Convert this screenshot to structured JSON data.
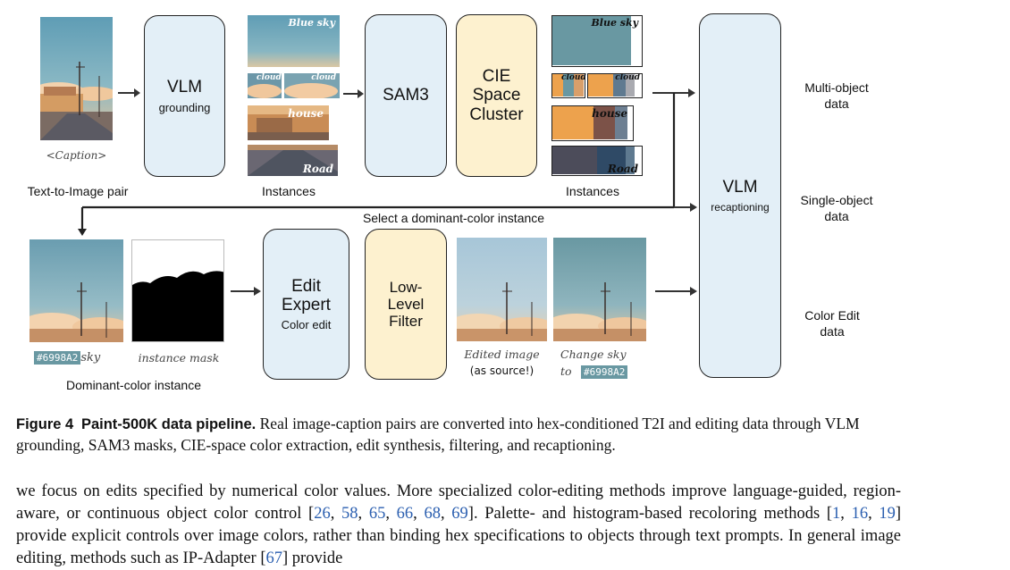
{
  "diagram": {
    "t2i": {
      "caption_tag": "<Caption>",
      "label": "Text-to-Image pair"
    },
    "vlm_grounding": {
      "title": "VLM",
      "sub": "grounding"
    },
    "instances_left": {
      "label": "Instances",
      "tags": [
        "Blue sky",
        "cloud",
        "cloud",
        "house",
        "Road"
      ]
    },
    "sam3": {
      "title": "SAM3"
    },
    "cie": {
      "line1": "CIE",
      "line2": "Space",
      "line3": "Cluster"
    },
    "instances_right": {
      "label": "Instances",
      "tags": [
        "Blue sky",
        "cloud",
        "cloud",
        "house",
        "Road"
      ]
    },
    "select_label": "Select a dominant-color instance",
    "vlm_recap": {
      "title": "VLM",
      "sub": "recaptioning"
    },
    "outputs": {
      "multi": [
        "Multi-object",
        "data"
      ],
      "single": [
        "Single-object",
        "data"
      ],
      "color_edit": [
        "Color Edit",
        "data"
      ]
    },
    "dominant": {
      "hex": "#6998A2",
      "sky": "sky",
      "mask_caption": "instance mask",
      "label": "Dominant-color instance"
    },
    "edit_expert": {
      "line1": "Edit",
      "line2": "Expert",
      "sub": "Color edit"
    },
    "low_filter": {
      "line1": "Low-",
      "line2": "Level",
      "line3": "Filter"
    },
    "edited": {
      "line1": "Edited image",
      "line2": "(as source!)"
    },
    "change": {
      "line1": "Change sky",
      "to": "to",
      "hex": "#6998A2"
    },
    "colors": {
      "swatch_teal": "#6998a2",
      "swatch_orange": "#eda24d",
      "swatch_brown": "#7c5248",
      "swatch_steel": "#5f7a90",
      "swatch_dark": "#4c4c5a",
      "swatch_navy": "#2f4a66",
      "box_blue": "#e3eff7",
      "box_yellow": "#fdf1cf"
    }
  },
  "caption": {
    "figure_label": "Figure 4",
    "title": "Paint-500K data pipeline.",
    "text": "Real image-caption pairs are converted into hex-conditioned T2I and editing data through VLM grounding, SAM3 masks, CIE-space color extraction, edit synthesis, filtering, and recaptioning."
  },
  "body": {
    "p1": "we focus on edits specified by numerical color values. More specialized color-editing methods improve language-guided, region-aware, or continuous object color control [",
    "cites1": [
      "26",
      "58",
      "65",
      "66",
      "68",
      "69"
    ],
    "p2": "]. Palette- and histogram-based recoloring methods [",
    "cites2": [
      "1",
      "16",
      "19"
    ],
    "p3": "] provide explicit controls over image colors, rather than binding hex specifications to objects through text prompts. In general image editing, methods such as IP-Adapter [",
    "cite3": "67",
    "p4": "] provide"
  }
}
